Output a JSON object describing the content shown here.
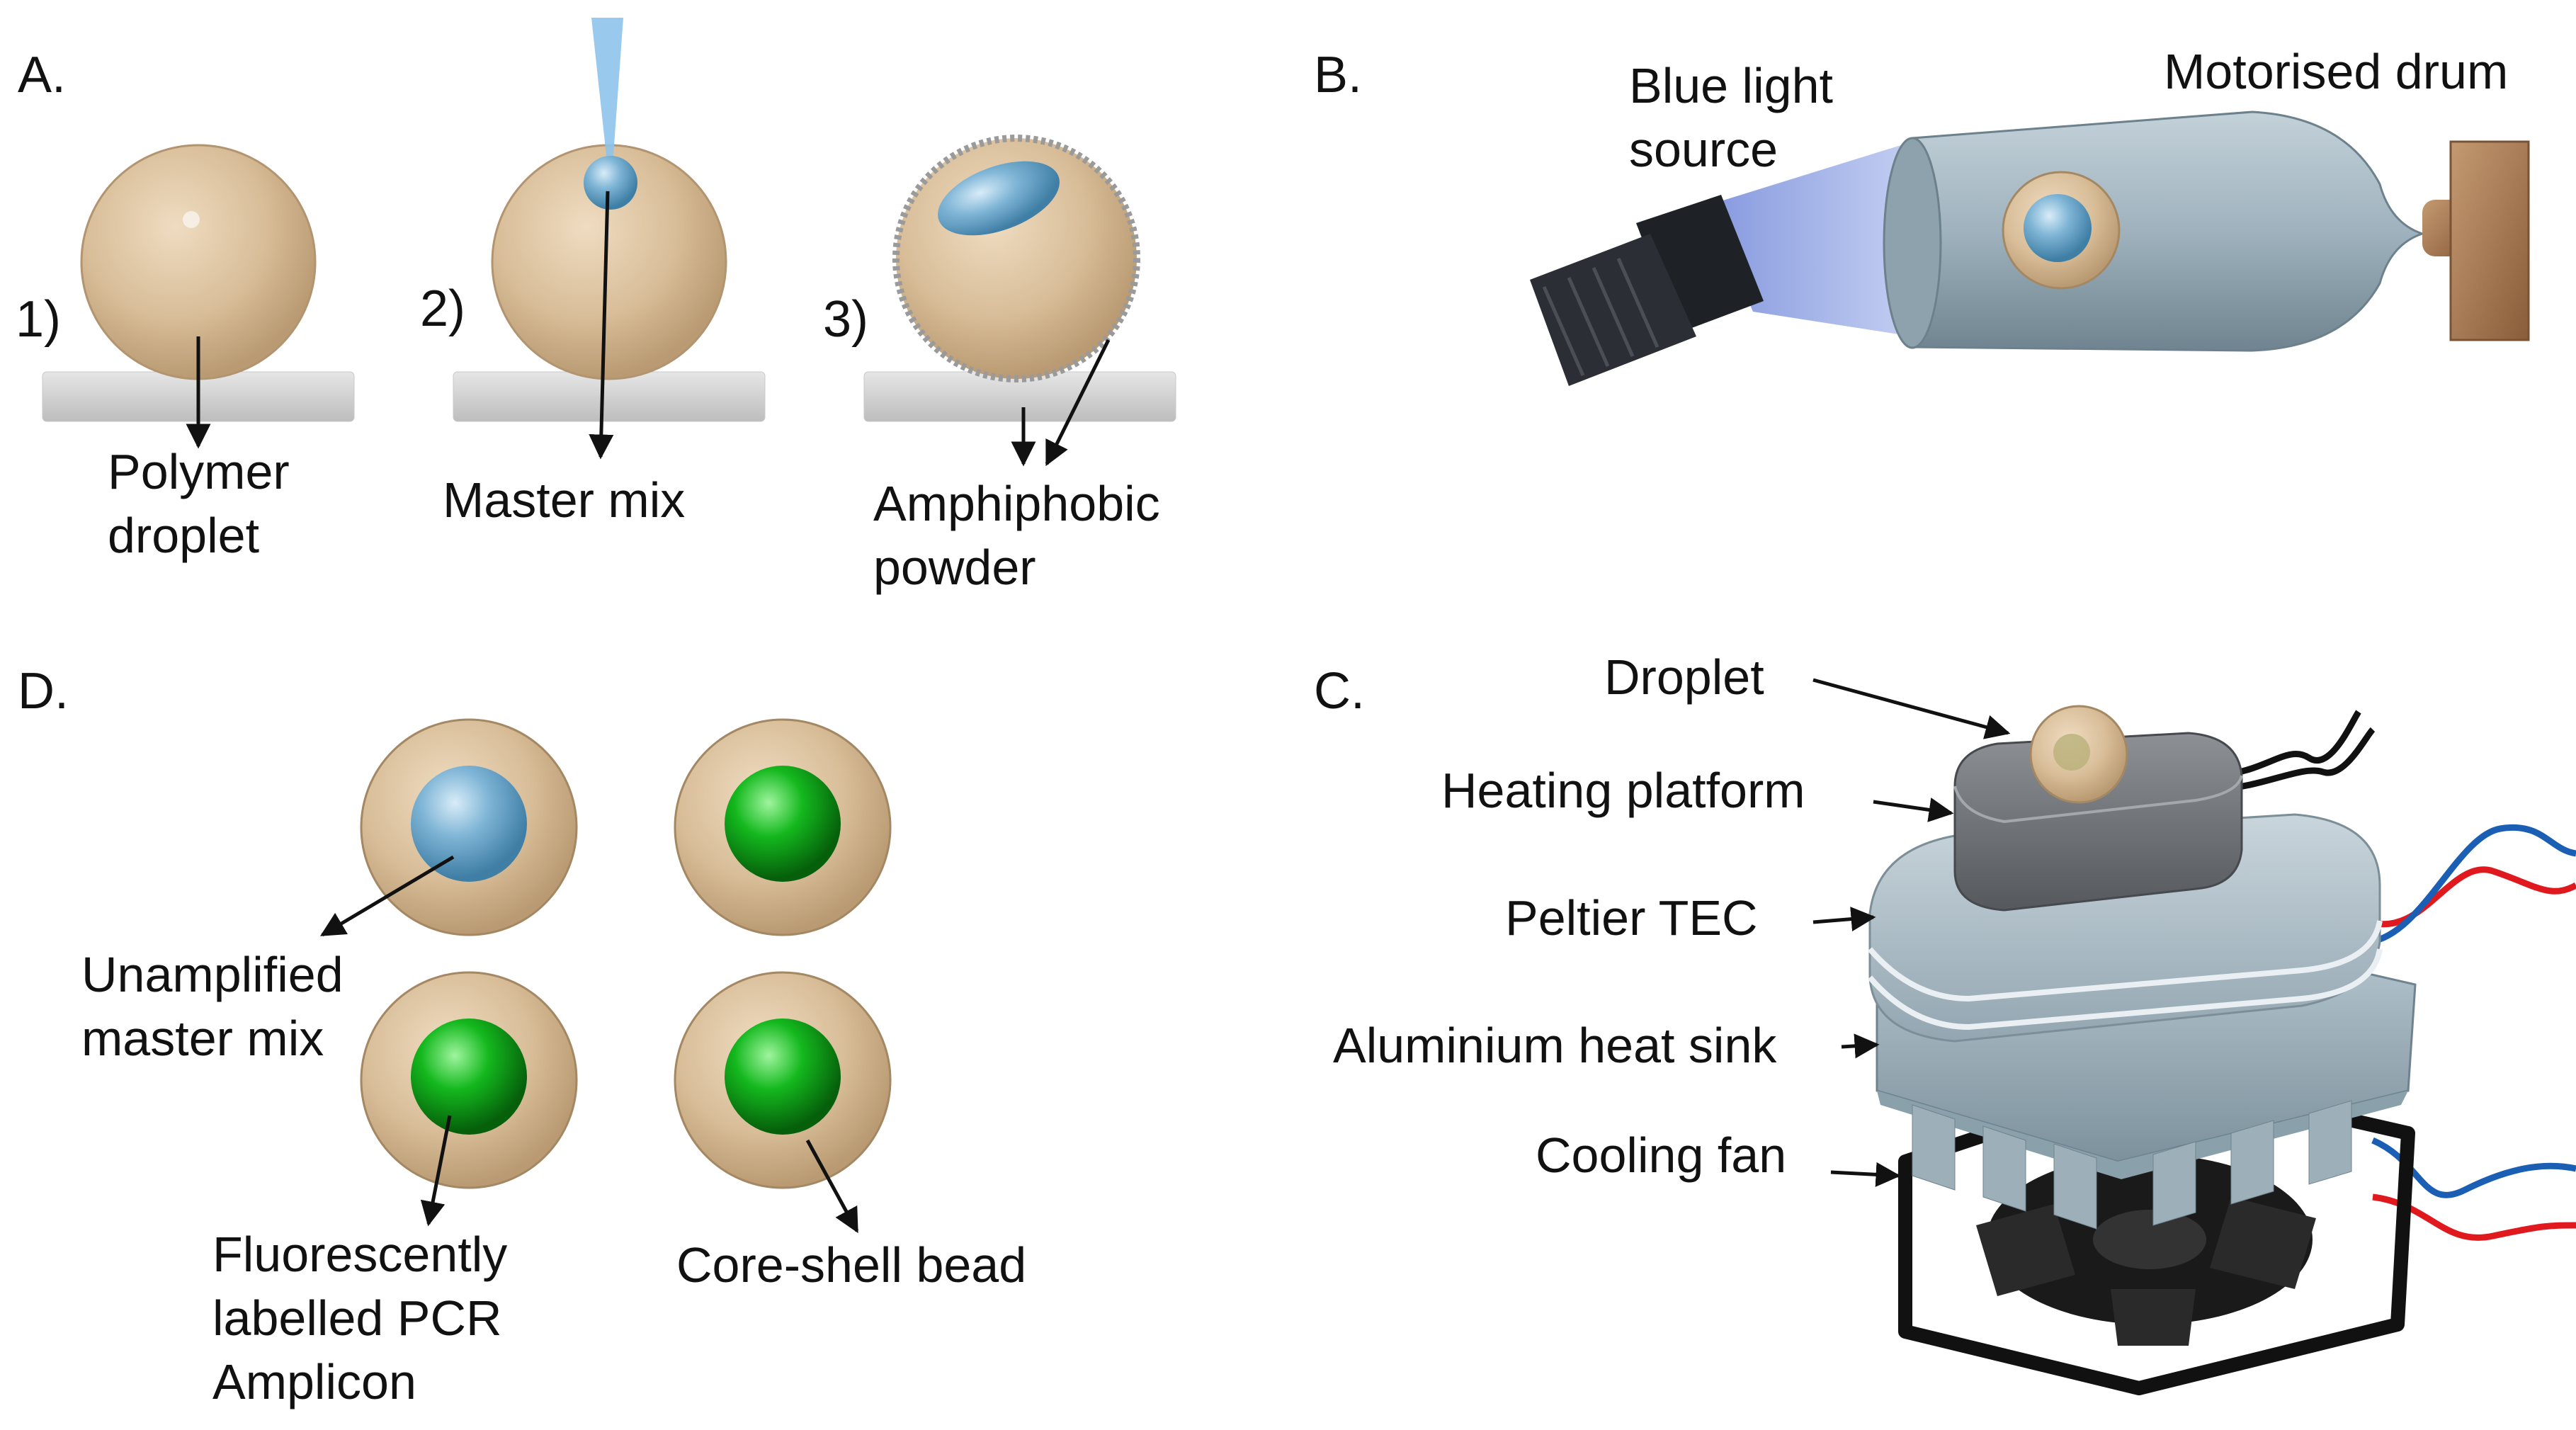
{
  "panels": {
    "a": {
      "letter": "A.",
      "step1": "1)",
      "step2": "2)",
      "step3": "3)",
      "label_polymer_1": "Polymer",
      "label_polymer_2": "droplet",
      "label_master_mix": "Master mix",
      "label_amphi_1": "Amphiphobic",
      "label_amphi_2": "powder"
    },
    "b": {
      "letter": "B.",
      "label_light_1": "Blue light",
      "label_light_2": "source",
      "label_drum": "Motorised drum"
    },
    "c": {
      "letter": "C.",
      "label_droplet": "Droplet",
      "label_heating": "Heating platform",
      "label_peltier": "Peltier TEC",
      "label_sink": "Aluminium heat sink",
      "label_fan": "Cooling fan"
    },
    "d": {
      "letter": "D.",
      "label_unamp_1": "Unamplified",
      "label_unamp_2": "master mix",
      "label_fluor_1": "Fluorescently",
      "label_fluor_2": "labelled PCR",
      "label_fluor_3": "Amplicon",
      "label_core": "Core-shell bead"
    }
  },
  "colors": {
    "shell": "#d8bd98",
    "core_blue": "#7fb5d6",
    "core_green": "#14b81e",
    "platform": "#d4d4d4",
    "drum": "#9fb2bd",
    "light_beam": "#8fa6e8",
    "copper": "#a87952",
    "wire_red": "#e0191f",
    "wire_blue": "#1b5fb5"
  }
}
